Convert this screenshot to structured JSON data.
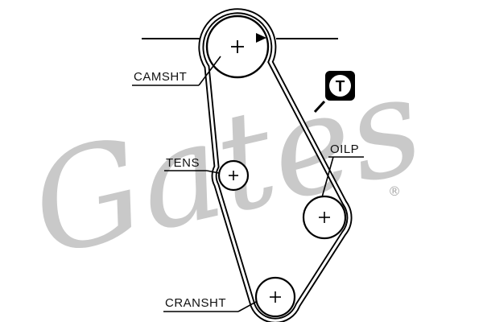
{
  "diagram": {
    "title_hint": "timing-belt-routing-diagram",
    "watermark": {
      "text": "Gates",
      "registered": "®",
      "color": "#c9c9c9"
    },
    "labels": {
      "camshaft": "CAMSHT",
      "tensioner": "TENS",
      "oil_pump": "OILP",
      "crankshaft": "CRANSHT"
    },
    "badge": {
      "letter": "T"
    },
    "colors": {
      "ink": "#000000",
      "background": "#ffffff",
      "watermark": "#c9c9c9"
    }
  }
}
